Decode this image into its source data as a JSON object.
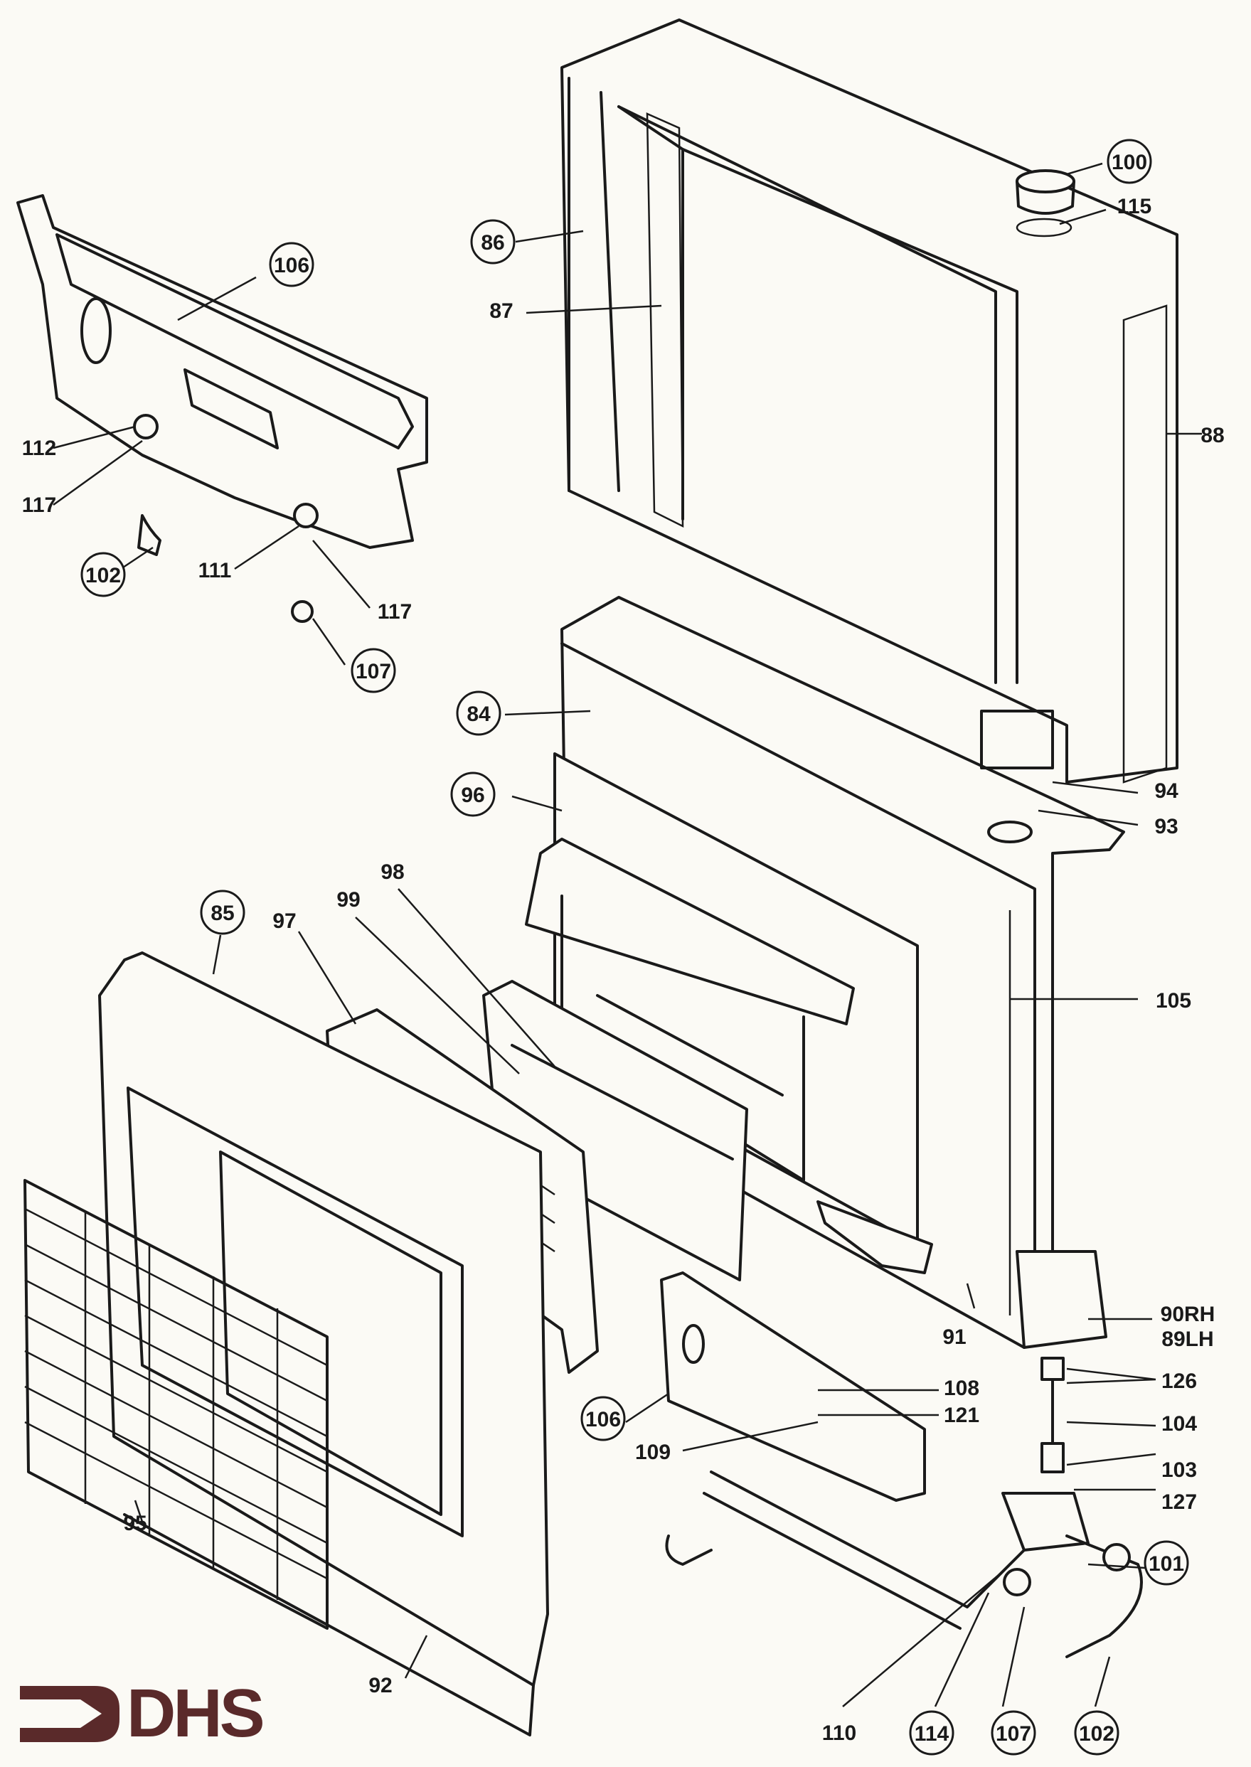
{
  "brand": {
    "name": "DHS",
    "color": "#5a2a2a"
  },
  "callouts": {
    "c86": "86",
    "c87": "87",
    "c88": "88",
    "c100": "100",
    "c115": "115",
    "c106a": "106",
    "c112": "112",
    "c117a": "117",
    "c117b": "117",
    "c111": "111",
    "c102a": "102",
    "c107a": "107",
    "c84": "84",
    "c94": "94",
    "c93": "93",
    "c96": "96",
    "c105": "105",
    "c98": "98",
    "c99": "99",
    "c97": "97",
    "c85": "85",
    "c90": "90RH",
    "c89": "89LH",
    "c91": "91",
    "c126": "126",
    "c104": "104",
    "c103": "103",
    "c127": "127",
    "c101": "101",
    "c106b": "106",
    "c108": "108",
    "c121": "121",
    "c109": "109",
    "c95": "95",
    "c92": "92",
    "c110": "110",
    "c114": "114",
    "c107b": "107",
    "c102b": "102"
  }
}
